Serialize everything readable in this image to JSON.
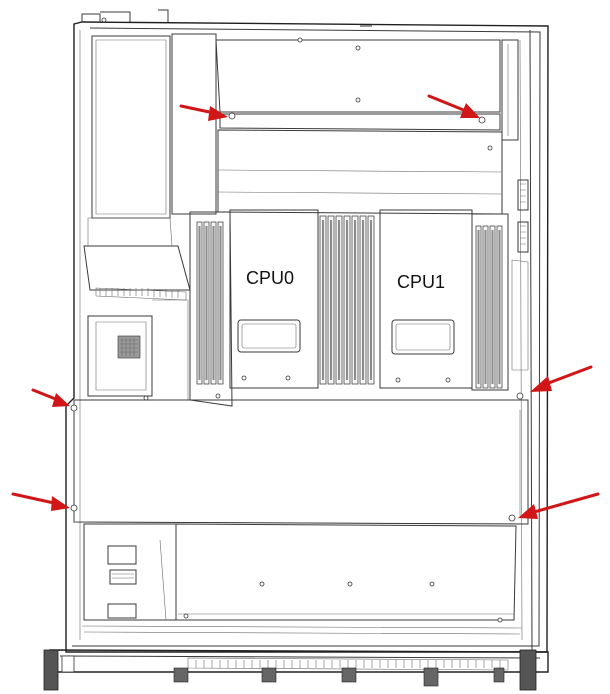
{
  "diagram": {
    "labels": {
      "cpu0": "CPU0",
      "cpu1": "CPU1"
    },
    "colors": {
      "line": "#3a3a3a",
      "arrow": "#d01616",
      "background": "#ffffff"
    },
    "marker_count": 6
  }
}
